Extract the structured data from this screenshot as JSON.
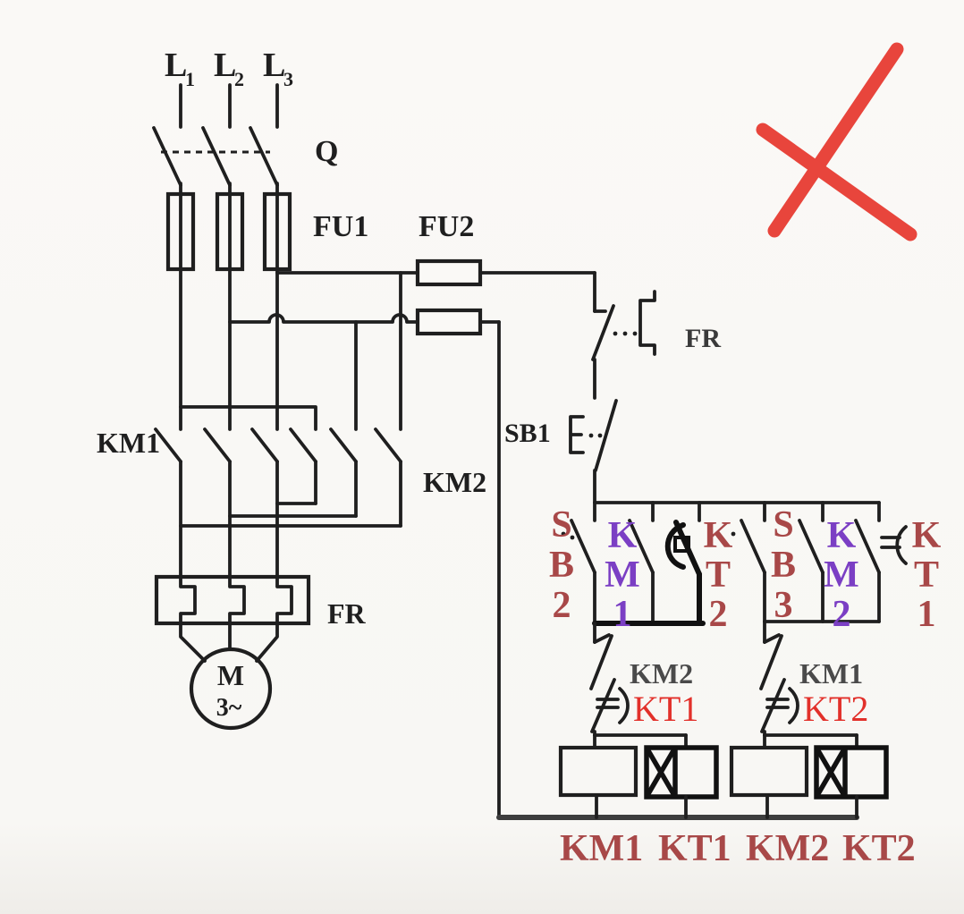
{
  "colors": {
    "cross_red": "#e8453c",
    "annotation_red": "#e2302a",
    "handwritten_red": "#a84848",
    "handwritten_purple": "#7b3fc4",
    "printed_gray": "#4a4a4a"
  },
  "power": {
    "phases": [
      {
        "name": "L",
        "sub": "1"
      },
      {
        "name": "L",
        "sub": "2"
      },
      {
        "name": "L",
        "sub": "3"
      }
    ],
    "isolator_label": "Q",
    "main_fuse_label": "FU1",
    "control_fuse_label": "FU2",
    "forward_contactor_label": "KM1",
    "reverse_contactor_label": "KM2",
    "thermal_relay_label": "FR",
    "motor": {
      "letter": "M",
      "phase_text": "3~"
    }
  },
  "control": {
    "thermal_contact_label": "FR",
    "stop_button_label": "SB1",
    "group1": {
      "start_button": [
        "S",
        "B",
        "2"
      ],
      "seal_contact": [
        "K",
        "M",
        "1"
      ],
      "timer_contact": [
        "K",
        "T",
        "2"
      ]
    },
    "group2": {
      "start_button": [
        "S",
        "B",
        "3"
      ],
      "seal_contact": [
        "K",
        "M",
        "2"
      ],
      "timer_contact": [
        "K",
        "T",
        "1"
      ]
    },
    "left_interlock_label": "KM2",
    "left_timer_annotation": "KT1",
    "right_interlock_label": "KM1",
    "right_timer_annotation": "KT2",
    "coil_labels": [
      "KM1",
      "KT1",
      "KM2",
      "KT2"
    ]
  }
}
